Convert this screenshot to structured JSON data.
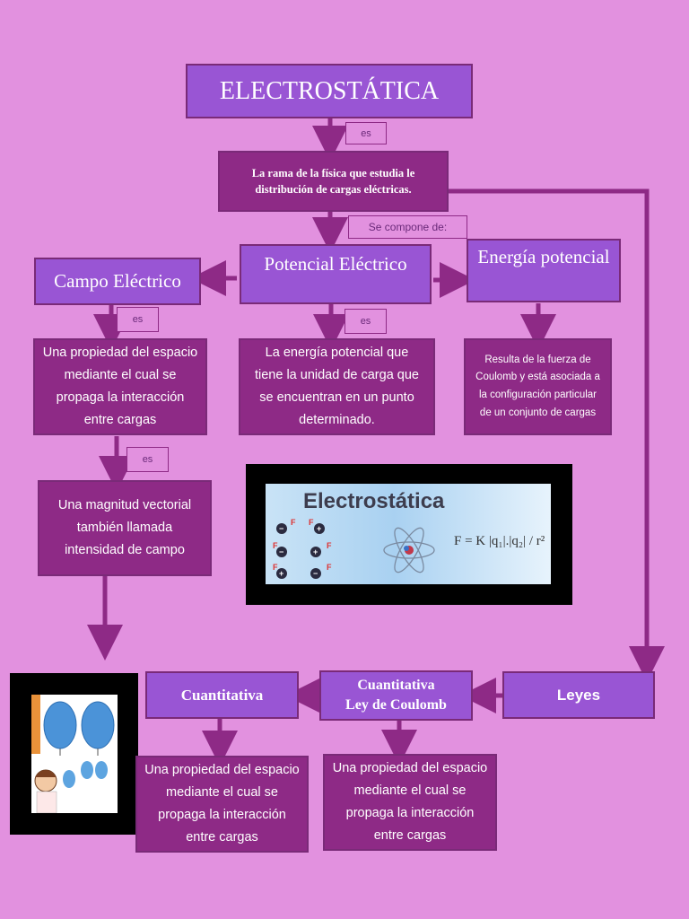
{
  "title": "ELECTROSTÁTICA",
  "connectors": {
    "es_1": "es",
    "se_compone": "Se compone de:",
    "es_2": "es",
    "es_3": "es",
    "es_4": "es"
  },
  "definition": "La rama de la física que estudia le distribución  de cargas eléctricas.",
  "concepts": {
    "campo": "Campo Eléctrico",
    "potencial": "Potencial Eléctrico",
    "energia": "Energía potencial"
  },
  "descriptions": {
    "campo": "Una propiedad del espacio mediante el cual se propaga la interacción entre cargas",
    "potencial": "La energía potencial  que tiene la unidad de carga que se encuentran en un punto determinado.",
    "energia": "Resulta de la fuerza de Coulomb y está asociada a la configuración particular de un conjunto de cargas",
    "magnitud": "Una magnitud vectorial también llamada intensidad de campo"
  },
  "bottom_row": {
    "leyes": "Leyes",
    "coulomb_line1": "Cuantitativa",
    "coulomb_line2": "Ley de Coulomb",
    "cuantitativa": "Cuantitativa",
    "desc_coulomb": "Una propiedad del espacio mediante el cual se propaga la interacción entre cargas",
    "desc_cuantitativa": "Una propiedad del espacio mediante el cual se propaga la interacción entre cargas"
  },
  "image_banner": {
    "title": "Electrostática",
    "formula": "F = K |q₁|.|q₂| / r²",
    "force_label": "F"
  },
  "colors": {
    "background": "#e291df",
    "violet_box": "#9955d4",
    "plum_box": "#8e2a86",
    "arrow": "#8e2a86"
  }
}
